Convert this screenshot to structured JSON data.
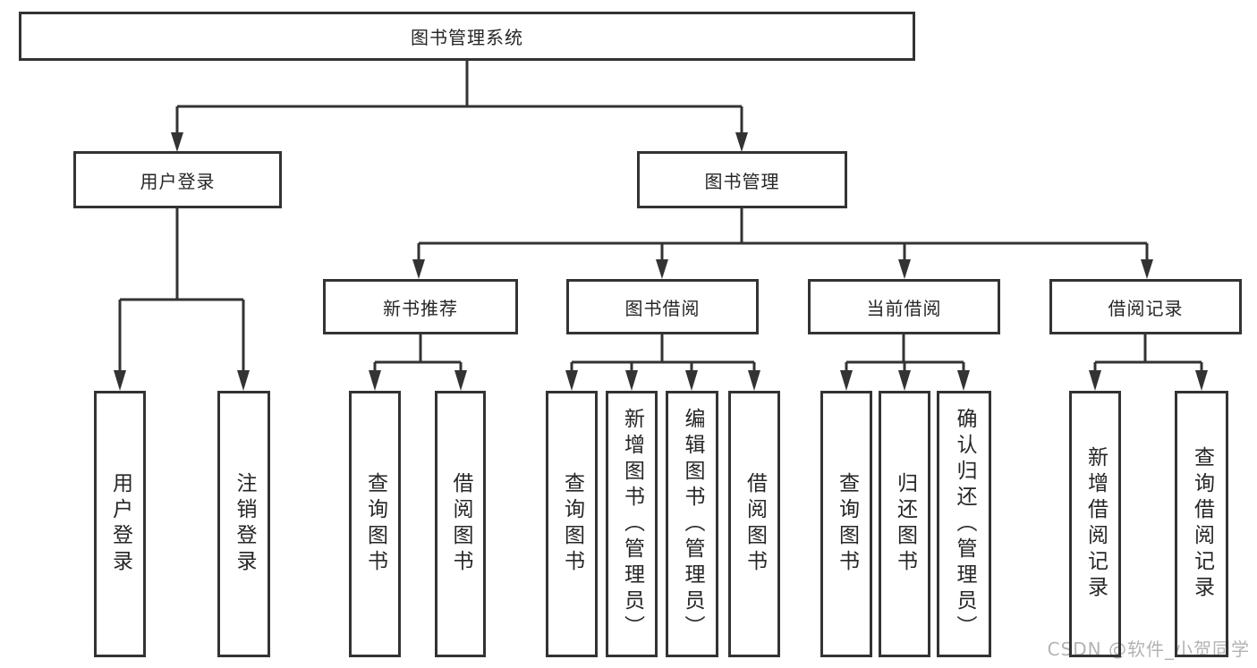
{
  "diagram": {
    "kind": "hierarchy-tree",
    "colors": {
      "line": "#333333",
      "box_border": "#333333",
      "box_fill": "#ffffff",
      "text": "#262626",
      "watermark": "#b3b3b3"
    }
  },
  "watermark": {
    "text": "CSDN @软件_小贺同学"
  },
  "tree": {
    "root": {
      "label": "图书管理系统"
    },
    "branches": [
      {
        "label": "用户登录",
        "children": [
          {
            "label": "用户登录"
          },
          {
            "label": "注销登录"
          }
        ]
      },
      {
        "label": "图书管理",
        "children": [
          {
            "label": "新书推荐",
            "children": [
              {
                "label": "查询图书"
              },
              {
                "label": "借阅图书"
              }
            ]
          },
          {
            "label": "图书借阅",
            "children": [
              {
                "label": "查询图书"
              },
              {
                "label": "新增图书（管理员）"
              },
              {
                "label": "编辑图书（管理员）"
              },
              {
                "label": "借阅图书"
              }
            ]
          },
          {
            "label": "当前借阅",
            "children": [
              {
                "label": "查询图书"
              },
              {
                "label": "归还图书"
              },
              {
                "label": "确认归还（管理员）"
              }
            ]
          },
          {
            "label": "借阅记录",
            "children": [
              {
                "label": "新增借阅记录"
              },
              {
                "label": "查询借阅记录"
              }
            ]
          }
        ]
      }
    ]
  }
}
